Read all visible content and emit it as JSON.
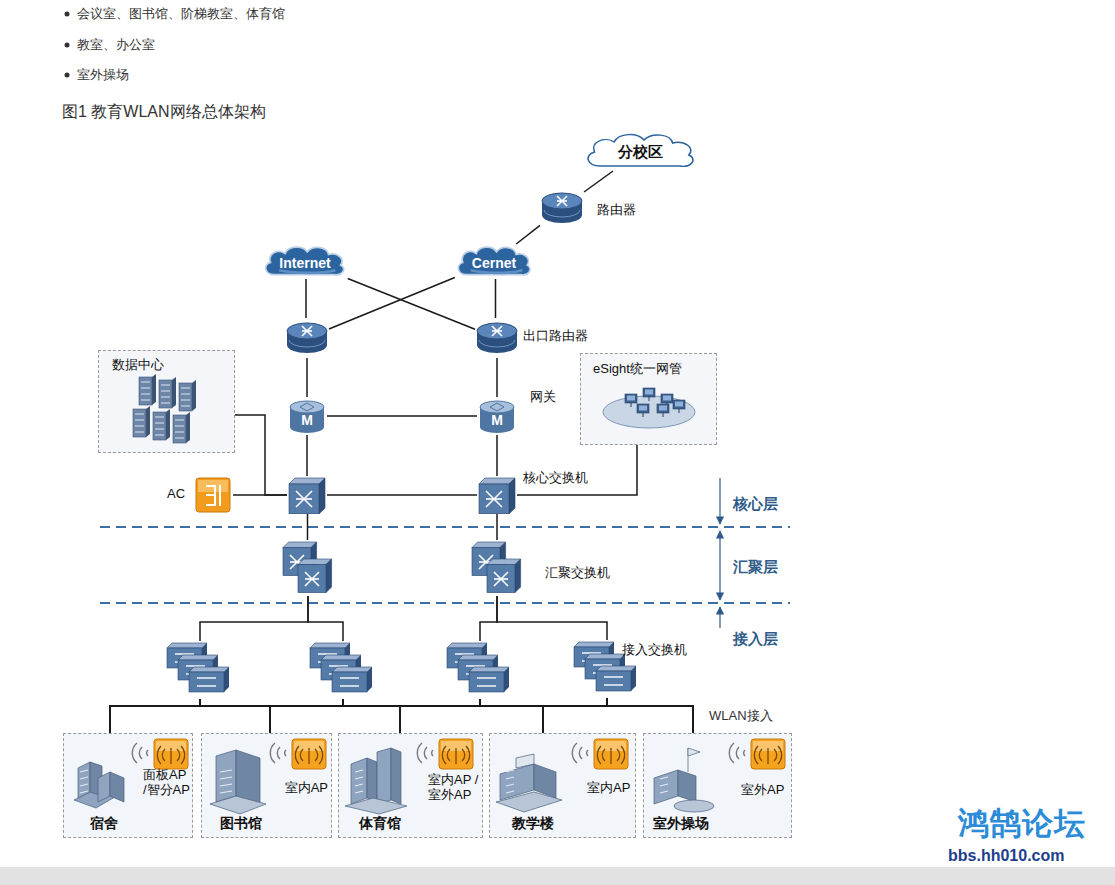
{
  "diagram": {
    "title": "图1 教育WLAN网络总体架构",
    "nodes": [
      {
        "text": [
          "分校区"
        ]
      },
      {
        "text": [
          "路由器"
        ]
      },
      {
        "text": [
          "Internet"
        ]
      },
      {
        "text": [
          "Cernet"
        ]
      },
      {
        "text": []
      },
      {
        "text": [
          "出口路由器"
        ]
      },
      {
        "text": [
          "数据中心"
        ]
      },
      {
        "text": [
          "M"
        ]
      },
      {
        "text": [
          "M",
          "网关"
        ]
      },
      {
        "text": [
          "eSight统一网管"
        ]
      },
      {
        "text": [
          "AC"
        ]
      },
      {
        "text": []
      },
      {
        "text": [
          "核心交换机"
        ]
      },
      {
        "text": []
      },
      {
        "text": [
          "汇聚交换机"
        ]
      },
      {
        "text": []
      },
      {
        "text": []
      },
      {
        "text": []
      },
      {
        "text": [
          "接入交换机"
        ]
      },
      {
        "text": [
          "面板AP /智分AP",
          "宿舍"
        ]
      },
      {
        "text": [
          "室内AP",
          "图书馆"
        ]
      },
      {
        "text": [
          "室内AP /室外AP",
          "体育馆"
        ]
      },
      {
        "text": [
          "室内AP",
          "教学楼"
        ]
      },
      {
        "text": [
          "室外AP",
          "室外操场"
        ]
      }
    ],
    "edges": [
      {
        "from": 0,
        "to": 1,
        "arrow": "none"
      },
      {
        "from": 1,
        "to": 3,
        "arrow": "none"
      },
      {
        "from": 2,
        "to": 4,
        "arrow": "none"
      },
      {
        "from": 2,
        "to": 5,
        "arrow": "none"
      },
      {
        "from": 3,
        "to": 4,
        "arrow": "none"
      },
      {
        "from": 3,
        "to": 5,
        "arrow": "none"
      },
      {
        "from": 4,
        "to": 7,
        "arrow": "none"
      },
      {
        "from": 5,
        "to": 8,
        "arrow": "none"
      },
      {
        "from": 7,
        "to": 8,
        "arrow": "none"
      },
      {
        "from": 6,
        "to": 11,
        "arrow": "none"
      },
      {
        "from": 7,
        "to": 11,
        "arrow": "none"
      },
      {
        "from": 8,
        "to": 12,
        "arrow": "none"
      },
      {
        "from": 10,
        "to": 11,
        "arrow": "none"
      },
      {
        "from": 11,
        "to": 12,
        "arrow": "none"
      },
      {
        "from": 12,
        "to": 9,
        "arrow": "none"
      },
      {
        "from": 11,
        "to": 13,
        "arrow": "none"
      },
      {
        "from": 12,
        "to": 14,
        "arrow": "none"
      },
      {
        "from": 13,
        "to": 15,
        "arrow": "none"
      },
      {
        "from": 13,
        "to": 16,
        "arrow": "none"
      },
      {
        "from": 14,
        "to": 17,
        "arrow": "none"
      },
      {
        "from": 14,
        "to": 18,
        "arrow": "none"
      },
      {
        "from": 15,
        "to": 19,
        "arrow": "none"
      },
      {
        "from": 15,
        "to": 20,
        "arrow": "none"
      },
      {
        "from": 15,
        "to": 21,
        "arrow": "none"
      },
      {
        "from": 15,
        "to": 22,
        "arrow": "none"
      },
      {
        "from": 15,
        "to": 23,
        "arrow": "none"
      },
      {
        "from": 16,
        "to": 19,
        "arrow": "none"
      },
      {
        "from": 16,
        "to": 20,
        "arrow": "none"
      },
      {
        "from": 16,
        "to": 21,
        "arrow": "none"
      },
      {
        "from": 16,
        "to": 22,
        "arrow": "none"
      },
      {
        "from": 16,
        "to": 23,
        "arrow": "none"
      },
      {
        "from": 17,
        "to": 19,
        "arrow": "none"
      },
      {
        "from": 17,
        "to": 20,
        "arrow": "none"
      },
      {
        "from": 17,
        "to": 21,
        "arrow": "none"
      },
      {
        "from": 17,
        "to": 22,
        "arrow": "none"
      },
      {
        "from": 17,
        "to": 23,
        "arrow": "none"
      },
      {
        "from": 18,
        "to": 19,
        "arrow": "none"
      },
      {
        "from": 18,
        "to": 20,
        "arrow": "none"
      },
      {
        "from": 18,
        "to": 21,
        "arrow": "none"
      },
      {
        "from": 18,
        "to": 22,
        "arrow": "none"
      },
      {
        "from": 18,
        "to": 23,
        "arrow": "none"
      }
    ],
    "labels": [
      "会议室、图书馆、阶梯教室、体育馆",
      "教室、办公室",
      "室外操场",
      "核心层",
      "汇聚层",
      "接入层",
      "WLAN接入",
      "鸿鹄论坛",
      "bbs.hh010.com"
    ]
  }
}
